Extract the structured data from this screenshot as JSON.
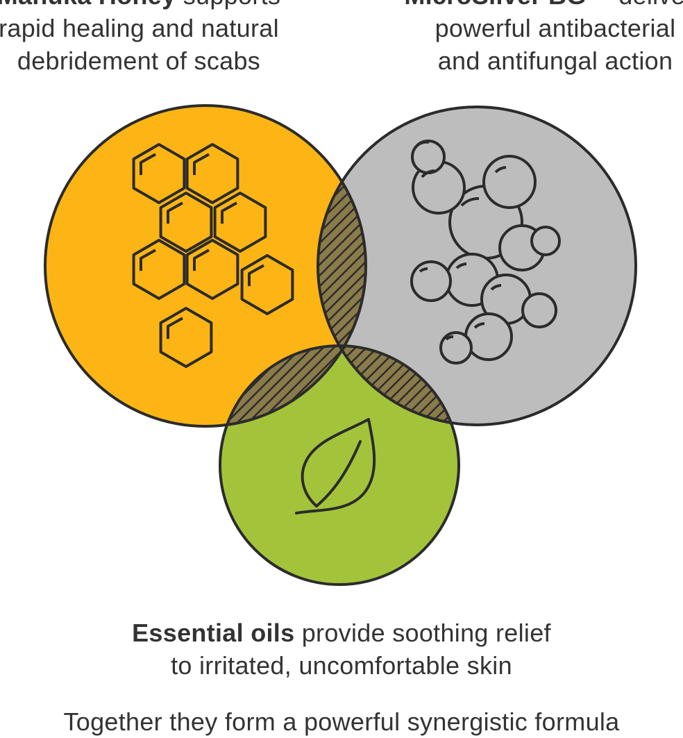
{
  "colors": {
    "honey": "#FDB515",
    "silver": "#BDBDBD",
    "oils": "#A3C43A",
    "outline": "#2B2B2B",
    "text": "#333333",
    "background": "#FFFFFF"
  },
  "icons": {
    "honey": "honeycomb-icon",
    "silver": "molecule-cluster-icon",
    "oils": "leaf-icon"
  },
  "captions": {
    "honey": {
      "bold": "Manuka Honey",
      "line1_rest": " supports",
      "line2": "rapid healing and natural",
      "line3": "debridement of scabs"
    },
    "silver": {
      "bold": "MicroSilver BG",
      "line1_rest": "™ delivers",
      "line2": "powerful antibacterial",
      "line3": "and antifungal action"
    },
    "oils": {
      "bold": "Essential oils",
      "line1_rest": " provide soothing relief",
      "line2": "to irritated, uncomfortable skin"
    },
    "bottom": {
      "text": "Together they form a powerful synergistic formula"
    }
  }
}
